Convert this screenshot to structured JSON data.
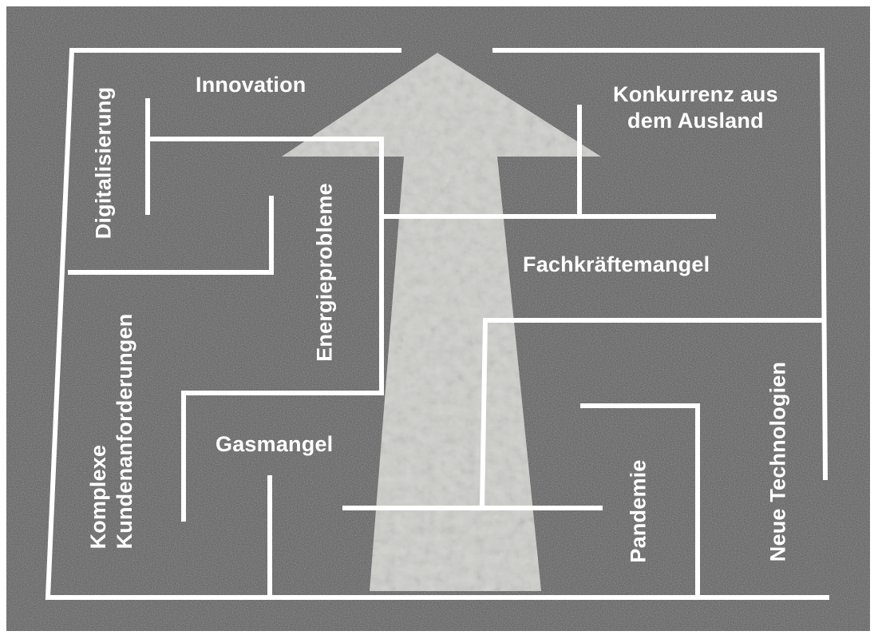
{
  "labels": {
    "innovation": "Innovation",
    "digitalisierung": "Digitalisierung",
    "konkurrenz_line1": "Konkurrenz aus",
    "konkurrenz_line2": "dem Ausland",
    "energieprobleme": "Energieprobleme",
    "fachkraeftemangel": "Fachkräftemangel",
    "komplexe_line1": "Komplexe",
    "komplexe_line2": "Kundenanforderungen",
    "gasmangel": "Gasmangel",
    "pandemie": "Pandemie",
    "neue_technologien": "Neue Technologien"
  },
  "colors": {
    "asphalt": "#5b5b5b",
    "maze_lines": "#ffffff",
    "arrow": "#d9d9d6",
    "text": "#ffffff"
  }
}
